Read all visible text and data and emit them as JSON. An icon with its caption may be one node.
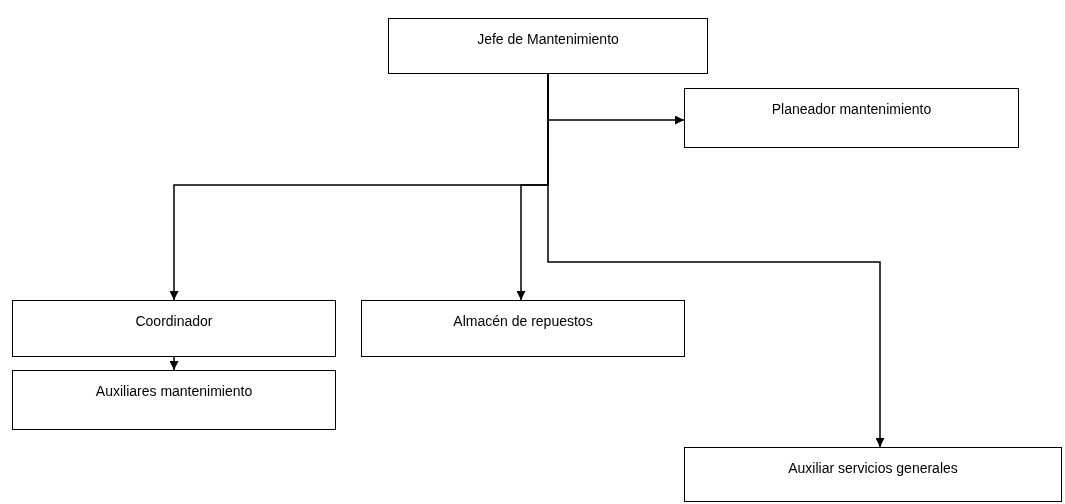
{
  "diagram": {
    "nodes": [
      {
        "text": [
          "Jefe de Mantenimiento"
        ]
      },
      {
        "text": [
          "Planeador mantenimiento"
        ]
      },
      {
        "text": [
          "Coordinador"
        ]
      },
      {
        "text": [
          "Almacén de repuestos"
        ]
      },
      {
        "text": [
          "Auxiliares mantenimiento"
        ]
      },
      {
        "text": [
          "Auxiliar servicios generales"
        ]
      }
    ],
    "edges": [
      {
        "from": 0,
        "to": 1,
        "arrow": "to"
      },
      {
        "from": 0,
        "to": 2,
        "arrow": "to"
      },
      {
        "from": 0,
        "to": 3,
        "arrow": "to"
      },
      {
        "from": 0,
        "to": 5,
        "arrow": "to"
      },
      {
        "from": 2,
        "to": 4,
        "arrow": "to"
      }
    ]
  }
}
